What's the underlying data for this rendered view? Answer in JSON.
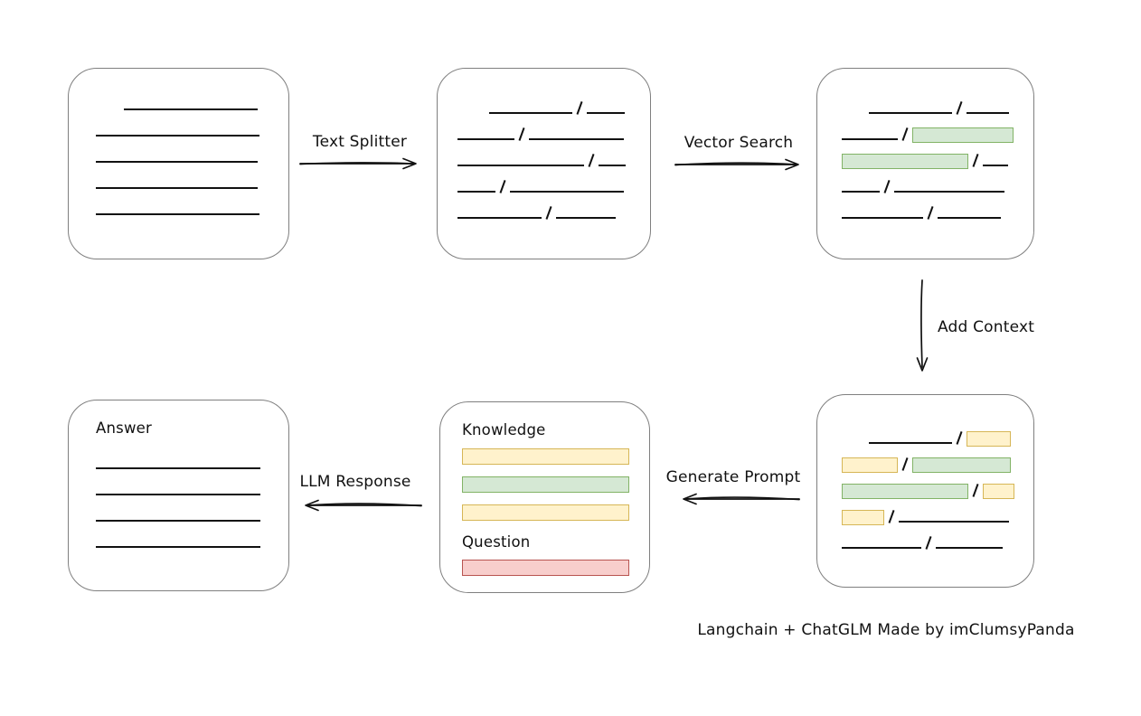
{
  "caption": {
    "text": "Langchain + ChatGLM Made by imClumsyPanda"
  },
  "colors": {
    "line": "#111111",
    "box_border": "#7f7f7f",
    "green_fill": "#d5e8d4",
    "green_border": "#82b366",
    "yellow_fill": "#fff2cc",
    "yellow_border": "#d6b656",
    "red_fill": "#f8cecc",
    "red_border": "#b85450"
  },
  "arrows": {
    "text_splitter": {
      "label": "Text Splitter",
      "direction": "right"
    },
    "vector_search": {
      "label": "Vector Search",
      "direction": "right"
    },
    "add_context": {
      "label": "Add Context",
      "direction": "down"
    },
    "generate_prompt": {
      "label": "Generate Prompt",
      "direction": "left"
    },
    "llm_response": {
      "label": "LLM Response",
      "direction": "left"
    }
  },
  "boxes": {
    "document": {
      "rows": [
        [
          {
            "t": "indent",
            "w": 31
          },
          {
            "t": "line",
            "w": 148
          }
        ],
        [
          {
            "t": "line",
            "w": 181
          }
        ],
        [
          {
            "t": "line",
            "w": 179
          }
        ],
        [
          {
            "t": "line",
            "w": 179
          }
        ],
        [
          {
            "t": "line",
            "w": 181
          }
        ]
      ]
    },
    "split_chunks": {
      "rows": [
        [
          {
            "t": "indent",
            "w": 35
          },
          {
            "t": "line",
            "w": 92
          },
          {
            "t": "slash"
          },
          {
            "t": "line",
            "w": 42
          }
        ],
        [
          {
            "t": "line",
            "w": 63
          },
          {
            "t": "slash"
          },
          {
            "t": "line",
            "w": 105
          }
        ],
        [
          {
            "t": "line",
            "w": 140
          },
          {
            "t": "slash"
          },
          {
            "t": "line",
            "w": 30
          }
        ],
        [
          {
            "t": "line",
            "w": 42
          },
          {
            "t": "slash"
          },
          {
            "t": "line",
            "w": 126
          }
        ],
        [
          {
            "t": "line",
            "w": 93
          },
          {
            "t": "slash"
          },
          {
            "t": "line",
            "w": 66
          }
        ]
      ]
    },
    "vector_results": {
      "rows": [
        [
          {
            "t": "indent",
            "w": 30
          },
          {
            "t": "line",
            "w": 92
          },
          {
            "t": "slash"
          },
          {
            "t": "line",
            "w": 47
          }
        ],
        [
          {
            "t": "line",
            "w": 62
          },
          {
            "t": "slash"
          },
          {
            "t": "green",
            "w": 110
          }
        ],
        [
          {
            "t": "green",
            "w": 138
          },
          {
            "t": "slash"
          },
          {
            "t": "line",
            "w": 28
          }
        ],
        [
          {
            "t": "line",
            "w": 42
          },
          {
            "t": "slash"
          },
          {
            "t": "line",
            "w": 122
          }
        ],
        [
          {
            "t": "line",
            "w": 90
          },
          {
            "t": "slash"
          },
          {
            "t": "line",
            "w": 70
          }
        ]
      ]
    },
    "context_chunks": {
      "rows": [
        [
          {
            "t": "indent",
            "w": 30
          },
          {
            "t": "line",
            "w": 92
          },
          {
            "t": "slash"
          },
          {
            "t": "yellow",
            "w": 47
          }
        ],
        [
          {
            "t": "yellow",
            "w": 60
          },
          {
            "t": "slash"
          },
          {
            "t": "green",
            "w": 107
          }
        ],
        [
          {
            "t": "green",
            "w": 138
          },
          {
            "t": "slash"
          },
          {
            "t": "yellow",
            "w": 33
          }
        ],
        [
          {
            "t": "yellow",
            "w": 45
          },
          {
            "t": "slash"
          },
          {
            "t": "line",
            "w": 122
          }
        ],
        [
          {
            "t": "line",
            "w": 88
          },
          {
            "t": "slash"
          },
          {
            "t": "line",
            "w": 74
          }
        ]
      ]
    },
    "prompt": {
      "knowledge_label": "Knowledge",
      "question_label": "Question",
      "knowledge_bars": [
        [
          {
            "t": "yellow",
            "w": 183
          }
        ],
        [
          {
            "t": "green",
            "w": 183
          }
        ],
        [
          {
            "t": "yellow",
            "w": 183
          }
        ]
      ],
      "question_bars": [
        [
          {
            "t": "red",
            "w": 183
          }
        ]
      ]
    },
    "answer": {
      "label": "Answer",
      "rows": [
        [
          {
            "t": "line",
            "w": 182
          }
        ],
        [
          {
            "t": "line",
            "w": 182
          }
        ],
        [
          {
            "t": "line",
            "w": 182
          }
        ],
        [
          {
            "t": "line",
            "w": 182
          }
        ]
      ]
    }
  }
}
